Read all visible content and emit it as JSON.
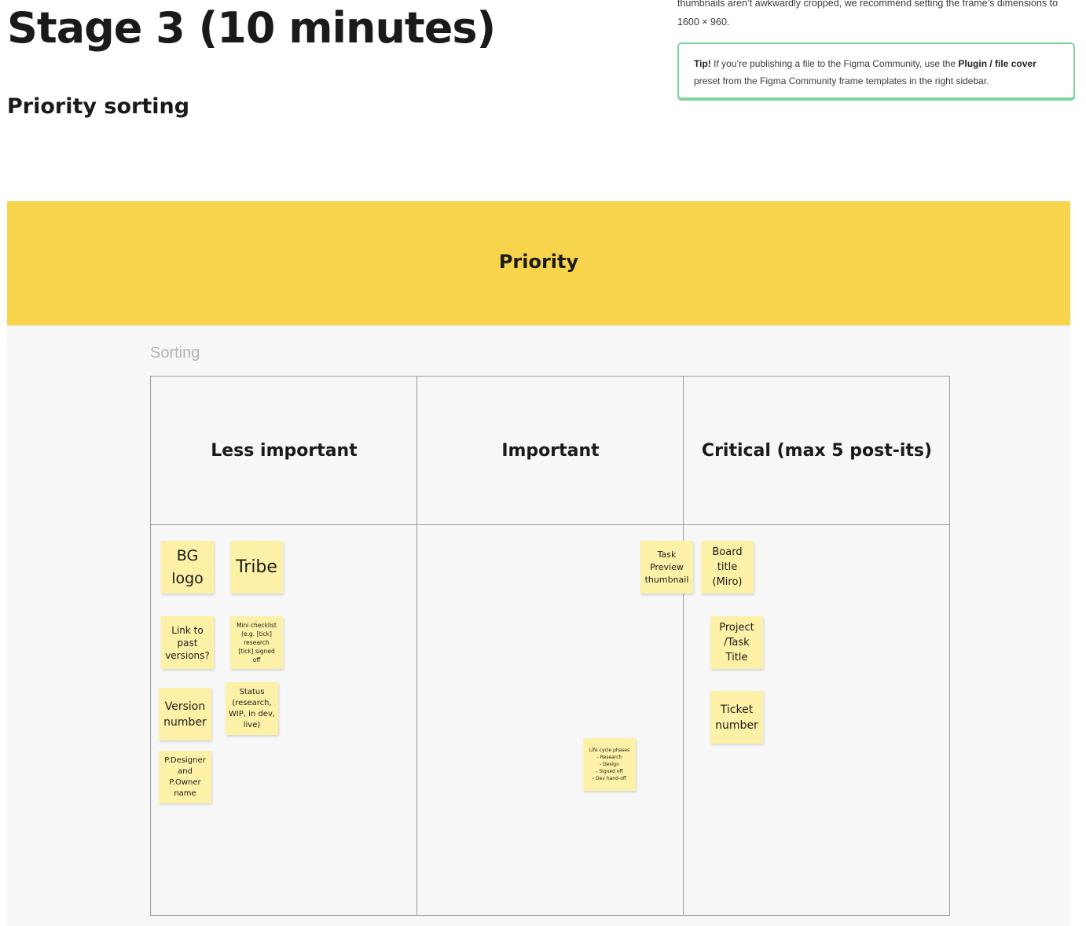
{
  "header": {
    "title": "Stage 3 (10 minutes)",
    "subtitle": "Priority sorting"
  },
  "top_note": {
    "line1": "thumbnails aren’t awkwardly cropped, we recommend setting the frame’s dimensions to",
    "line2": "1600 × 960."
  },
  "tip": {
    "bold_lead": "Tip!",
    "text_before": " If you’re publishing a file to the Figma Community, use the ",
    "bold_link": "Plugin / file cover",
    "text_after": " preset from the Figma Community frame templates in the right sidebar."
  },
  "banner": {
    "label": "Priority"
  },
  "board": {
    "section_label": "Sorting",
    "columns": [
      "Less important",
      "Important",
      "Critical (max 5 post-its)"
    ]
  },
  "notes": [
    {
      "id": "bg-logo",
      "text": "BG\nlogo"
    },
    {
      "id": "tribe",
      "text": "Tribe"
    },
    {
      "id": "link-past",
      "text": "Link to\npast\nversions?"
    },
    {
      "id": "mini-checklist",
      "text": "Mini checklist\n(e.g. [tick]\nresearch\n[tick] signed\noff"
    },
    {
      "id": "version-number",
      "text": "Version\nnumber"
    },
    {
      "id": "status",
      "text": "Status\n(research,\nWIP, in dev,\nlive)"
    },
    {
      "id": "designer-owner",
      "text": "P.Designer\nand\nP.Owner\nname"
    },
    {
      "id": "task-preview",
      "text": "Task\nPreview\nthumbnail"
    },
    {
      "id": "life-cycle",
      "text": "Life cycle phases\n- Research\n- Design\n- Signed off\n- Dev hand-off"
    },
    {
      "id": "board-title",
      "text": "Board\ntitle\n(Miro)"
    },
    {
      "id": "project-task-title",
      "text": "Project\n/Task\nTitle"
    },
    {
      "id": "ticket-number",
      "text": "Ticket\nnumber"
    }
  ],
  "colors": {
    "banner": "#f7d44c",
    "sticky_note": "#fcf1a6",
    "tip_border": "#7fd3a0",
    "board_bg": "#f7f7f7"
  }
}
